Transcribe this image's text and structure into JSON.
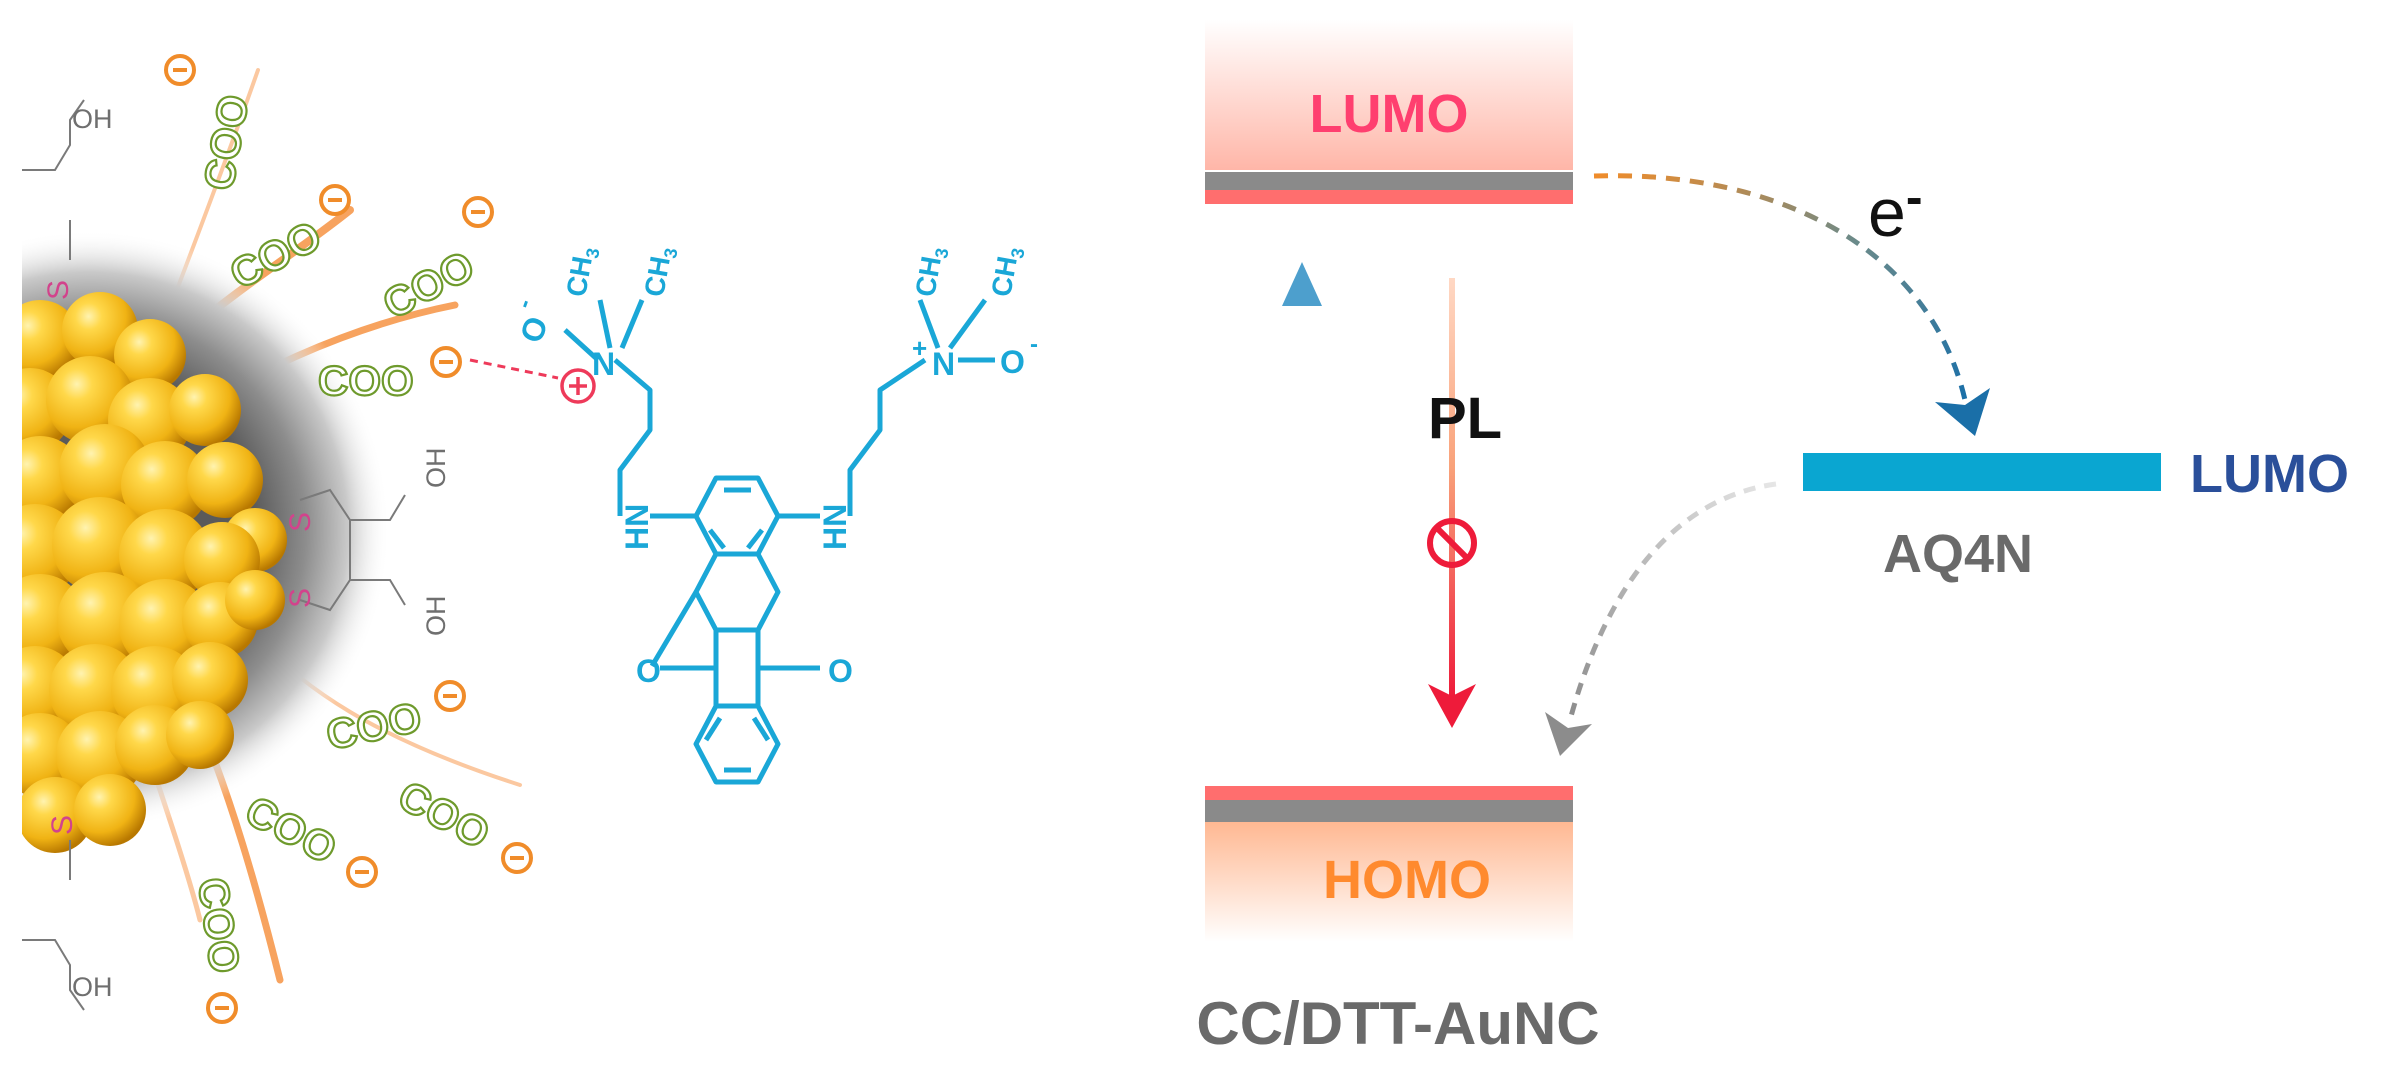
{
  "colors": {
    "gold": "#f2b91e",
    "gold_dark": "#c88a05",
    "aq_blue": "#1aa7d7",
    "coo_green": "#6e9a2c",
    "minus_orange": "#f08c2a",
    "thiol_pink": "#d2438c",
    "lumo_pink": "#ff3f6f",
    "homo_orange": "#ff8a2e",
    "band_gray": "#8a8a8a",
    "pl_red": "#ee1b3a",
    "acceptor_blue": "#0aa6d1",
    "lumo_navy": "#2a4f9a",
    "label_gray": "#6a6a6a",
    "arrow_blue": "#3a95c8"
  },
  "left": {
    "ligand": {
      "oh": "OH",
      "s": "S",
      "coo": "COO",
      "minus_icon": "circled-minus"
    },
    "aq4n": {
      "n_oxide_o": "O",
      "n_oxide_charge": "-",
      "n": "N",
      "ch3": "CH",
      "sub3": "3",
      "nh": "HN",
      "quinone_o": "O",
      "plus_icon": "circled-plus",
      "plus": "+"
    }
  },
  "right": {
    "lumo_label": "LUMO",
    "homo_label": "HOMO",
    "pl_label": "PL",
    "electron_label": "e",
    "electron_sup": "-",
    "acceptor_lumo_label": "LUMO",
    "acceptor_name": "AQ4N",
    "donor_name": "CC/DTT-AuNC",
    "blocked_icon": "prohibited-icon"
  }
}
